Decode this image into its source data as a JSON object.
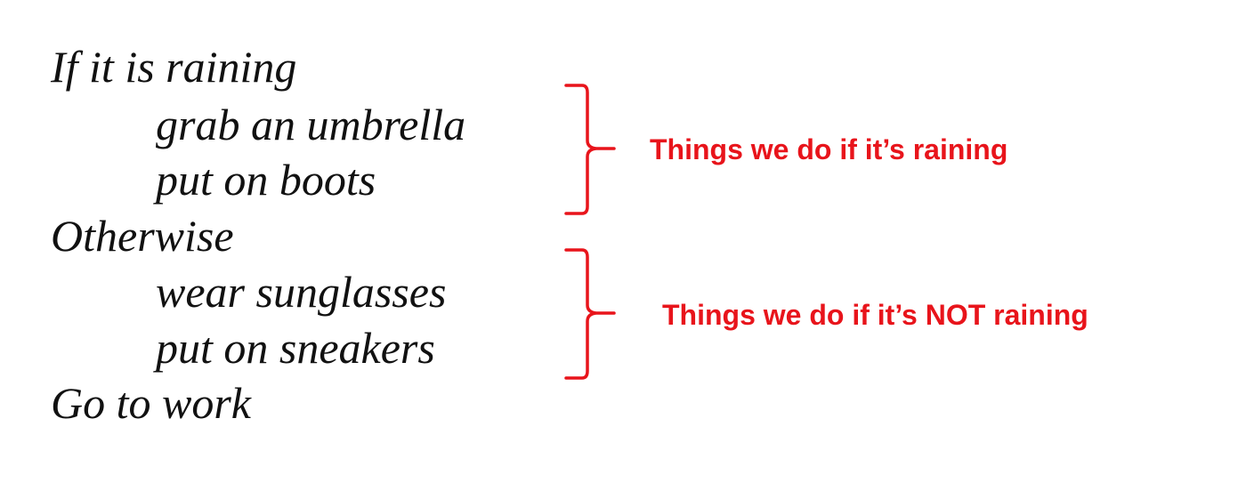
{
  "pseudocode": {
    "if_line": "If it is raining",
    "if_body": [
      "grab an umbrella",
      "put on boots"
    ],
    "else_line": "Otherwise",
    "else_body": [
      "wear sunglasses",
      "put on sneakers"
    ],
    "after_line": "Go to work"
  },
  "annotations": {
    "raining": "Things we do if it’s raining",
    "not_raining": "Things we do if it’s NOT raining"
  },
  "colors": {
    "annotation": "#e8141b",
    "text": "#111111"
  }
}
